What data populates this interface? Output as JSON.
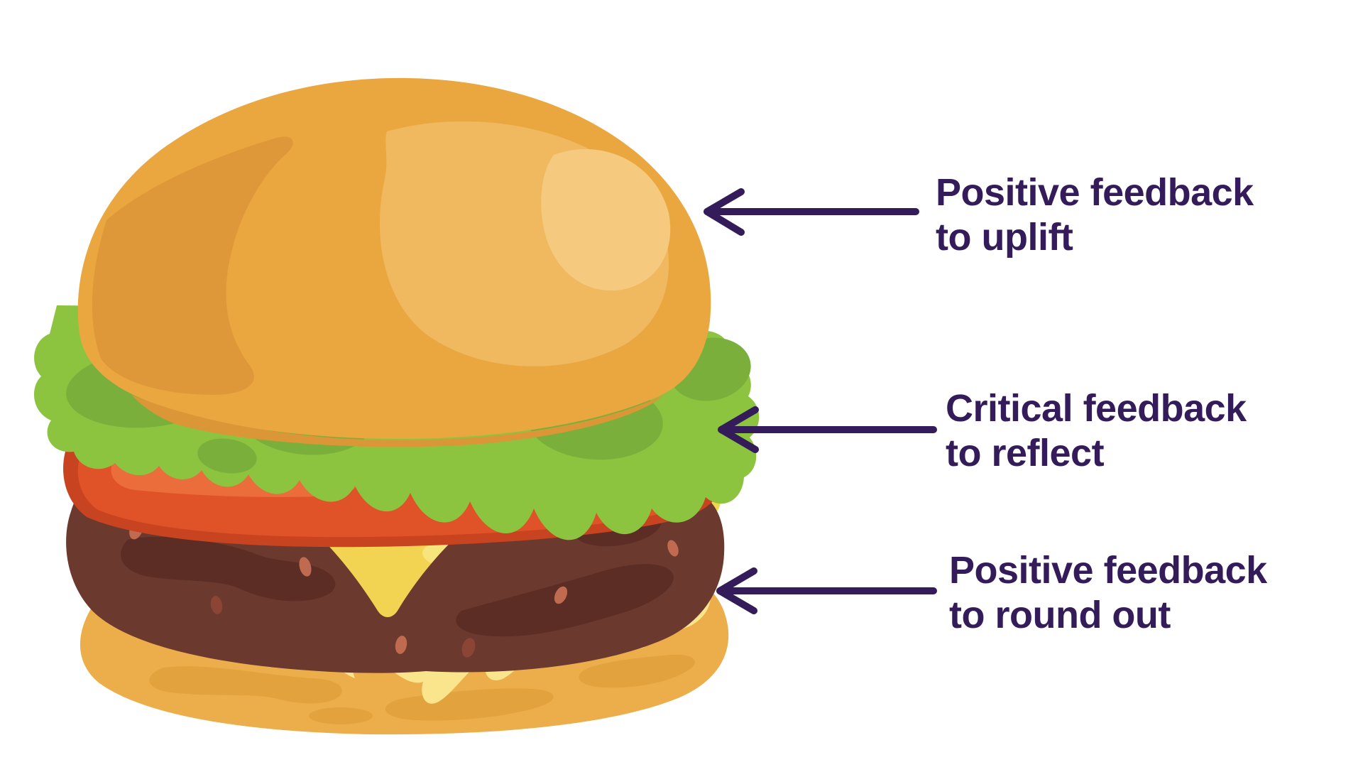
{
  "diagram": {
    "title": "Feedback sandwich diagram",
    "illustration": "cheeseburger with top bun, lettuce, tomato, cheese, beef patty and bottom bun"
  },
  "labels": [
    {
      "target": "top-bun",
      "line1": "Positive feedback",
      "line2": "to uplift"
    },
    {
      "target": "tomato-layer",
      "line1": "Critical feedback",
      "line2": "to reflect"
    },
    {
      "target": "bottom-bun",
      "line1": "Positive feedback",
      "line2": "to round out"
    }
  ],
  "colors": {
    "ink": "#331c59",
    "background": "#ffffff",
    "bun_main": "#eaa73f",
    "bun_shadow": "#de9839",
    "bun_highlight": "#f0b85f",
    "bun_shine": "#f5c97e",
    "bun_rim": "#db9737",
    "lettuce_main": "#8cc440",
    "lettuce_dark": "#7aaf3b",
    "tomato_dark": "#c8431f",
    "tomato_main": "#e05227",
    "tomato_highlight": "#eb6d3c",
    "cheese_main": "#f3d452",
    "cheese_light": "#f8e47c",
    "patty_main": "#6c392e",
    "patty_dark": "#5b2d25",
    "patty_speck": "#c06b4f",
    "patty_speck_dark": "#8a4534",
    "bottom_bun_main": "#ecae4b",
    "bottom_bun_texture": "#e2a33f",
    "melted_cheese": "#fae48c"
  }
}
